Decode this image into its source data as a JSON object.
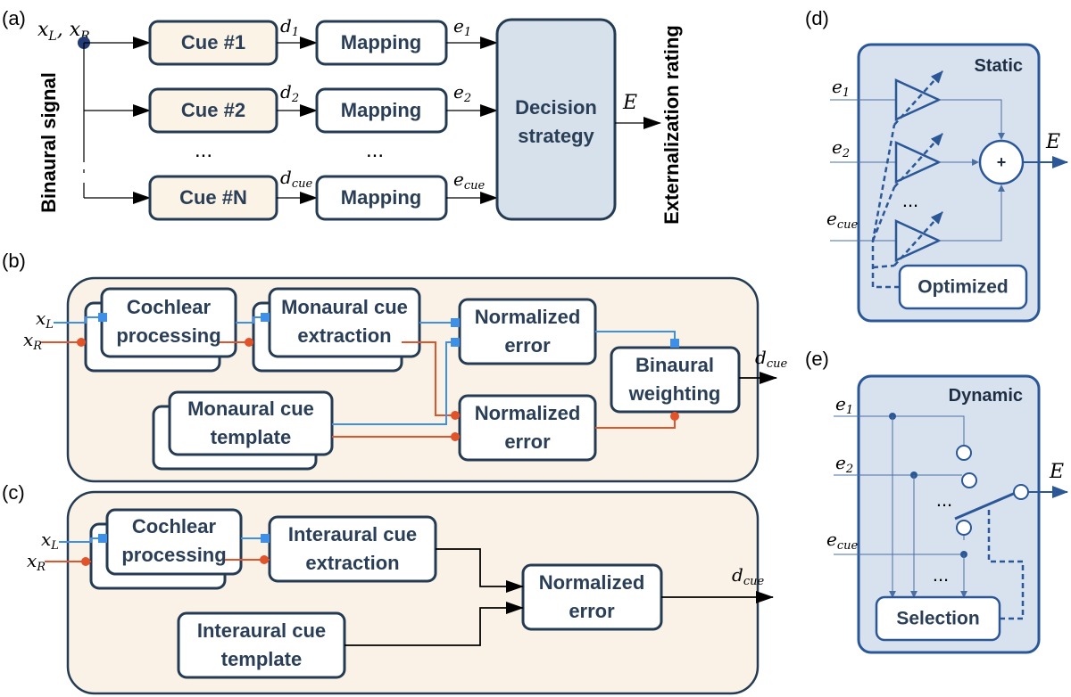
{
  "panel_labels": {
    "a": "(a)",
    "b": "(b)",
    "c": "(c)",
    "d": "(d)",
    "e": "(e)"
  },
  "panel_a": {
    "side_label": "Binaural signal",
    "input_label": "x_L, x_R",
    "cues": [
      "Cue #1",
      "Cue #2",
      "Cue #N"
    ],
    "mapping": "Mapping",
    "ellipsis": "...",
    "d_labels": [
      "d1",
      "d2",
      "dcue"
    ],
    "e_labels": [
      "e1",
      "e2",
      "ecue"
    ],
    "decision": [
      "Decision",
      "strategy"
    ],
    "output_var": "E",
    "output_label": "Externalization rating"
  },
  "panel_b": {
    "xl": "xL",
    "xr": "xR",
    "cochlear": [
      "Cochlear",
      "processing"
    ],
    "extraction": [
      "Monaural cue",
      "extraction"
    ],
    "template": [
      "Monaural cue",
      "template"
    ],
    "error": [
      "Normalized",
      "error"
    ],
    "weighting": [
      "Binaural",
      "weighting"
    ],
    "output": "dcue"
  },
  "panel_c": {
    "xl": "xL",
    "xr": "xR",
    "cochlear": [
      "Cochlear",
      "processing"
    ],
    "extraction": [
      "Interaural cue",
      "extraction"
    ],
    "template": [
      "Interaural cue",
      "template"
    ],
    "error": [
      "Normalized",
      "error"
    ],
    "output": "dcue"
  },
  "panel_d": {
    "title": "Static",
    "inputs": [
      "e1",
      "e2",
      "ecue"
    ],
    "sum": "+",
    "ellipsis": "...",
    "optimizer": "Optimized",
    "output": "E"
  },
  "panel_e": {
    "title": "Dynamic",
    "inputs": [
      "e1",
      "e2",
      "ecue"
    ],
    "ellipsis": "...",
    "selector": "Selection",
    "output": "E"
  },
  "colors": {
    "cue_fill": "#fbf3e6",
    "mapping_fill": "#ffffff",
    "decision_fill": "#d6e1ec",
    "container_fill": "#faf2e6",
    "dyn_fill": "#d8e2ee",
    "box_stroke": "#243b53",
    "text": "#2a3f57",
    "left_channel": "#3d8fe8",
    "right_channel": "#e0532b",
    "panel_blue": "#2b5797"
  }
}
